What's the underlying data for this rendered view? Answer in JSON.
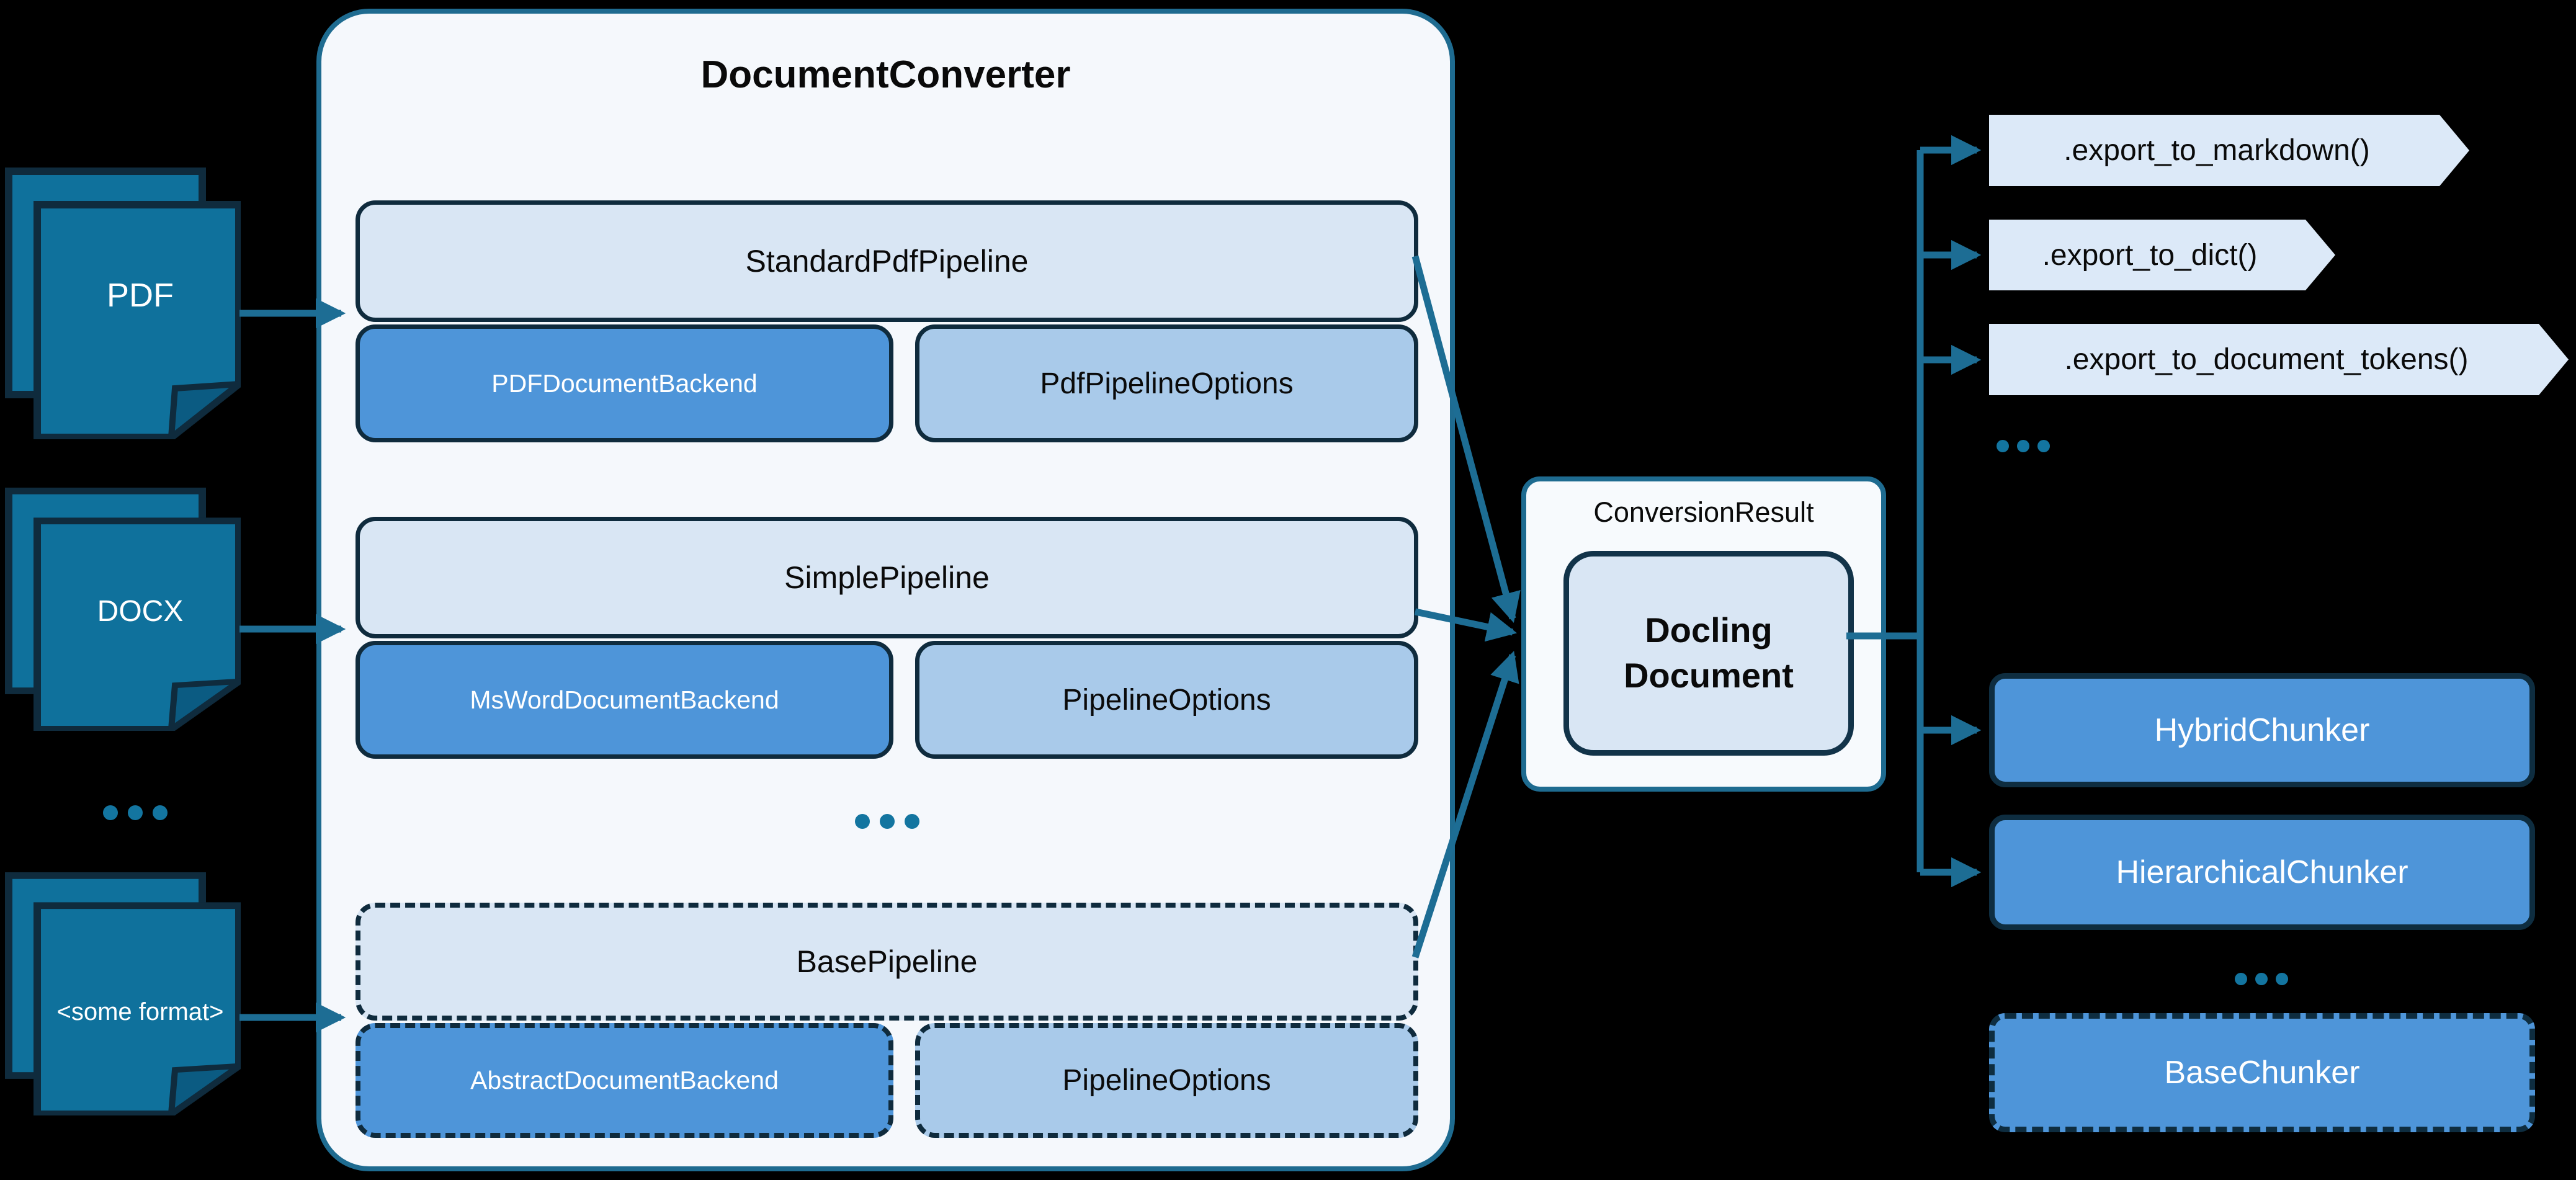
{
  "colors": {
    "background": "#000000",
    "accent_teal": "#1E6B90",
    "arrow_teal": "#1D6D94",
    "doc_icon_fill": "#0F719C",
    "border_navy": "#0F2B3D",
    "pipeline_light_blue": "#D9E6F4",
    "backend_blue": "#4E95D9",
    "options_blue": "#A9CAEA",
    "pentagon_fill": "#DCE9F8",
    "container_fill": "#F5F8FC"
  },
  "icons": [
    {
      "label": "PDF"
    },
    {
      "label": "DOCX"
    },
    {
      "label": "<some format>"
    }
  ],
  "ellipsis": "...",
  "converter": {
    "title": "DocumentConverter",
    "groups": [
      {
        "pipeline": "StandardPdfPipeline",
        "backend": "PDFDocumentBackend",
        "options": "PdfPipelineOptions",
        "dashed": false
      },
      {
        "pipeline": "SimplePipeline",
        "backend": "MsWordDocumentBackend",
        "options": "PipelineOptions",
        "dashed": false
      },
      {
        "pipeline": "BasePipeline",
        "backend": "AbstractDocumentBackend",
        "options": "PipelineOptions",
        "dashed": true
      }
    ]
  },
  "result": {
    "label": "ConversionResult",
    "document": "Docling Document"
  },
  "exports": [
    ".export_to_markdown()",
    ".export_to_dict()",
    ".export_to_document_tokens()"
  ],
  "chunkers": [
    {
      "label": "HybridChunker",
      "dashed": false
    },
    {
      "label": "HierarchicalChunker",
      "dashed": false
    },
    {
      "label": "BaseChunker",
      "dashed": true
    }
  ]
}
